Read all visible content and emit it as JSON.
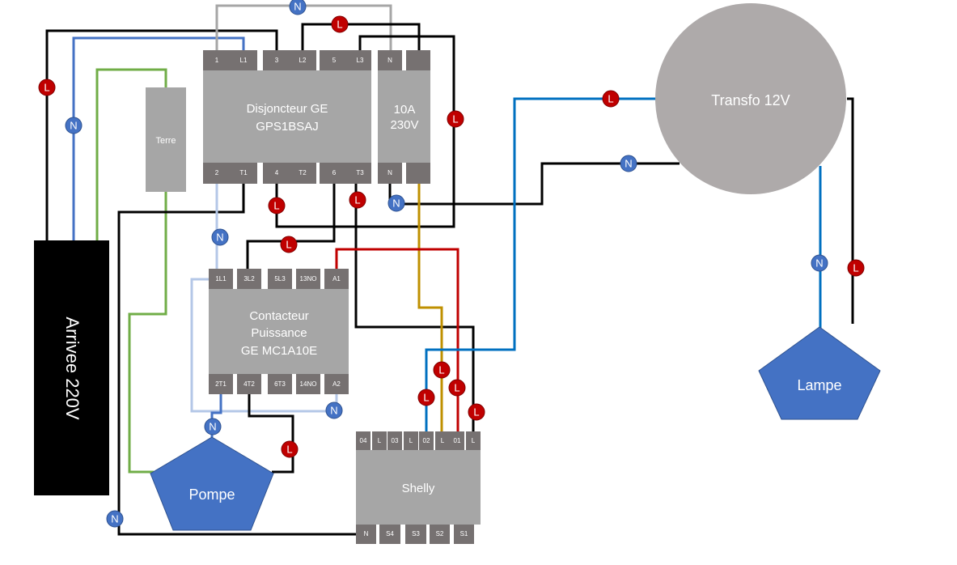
{
  "disjoncteur": {
    "title1": "Disjoncteur GE",
    "title2": "GPS1BSAJ",
    "top": [
      "1",
      "L1",
      "3",
      "L2",
      "5",
      "L3"
    ],
    "bottom": [
      "2",
      "T1",
      "4",
      "T2",
      "6",
      "T3"
    ]
  },
  "module": {
    "title1": "10A",
    "title2": "230V",
    "top": [
      "N",
      ""
    ],
    "bottom": [
      "N",
      ""
    ]
  },
  "terre": "Terre",
  "arrivee": "Arrivee 220V",
  "contacteur": {
    "title1": "Contacteur",
    "title2": "Puissance",
    "title3": "GE MC1A10E",
    "top": [
      "1L1",
      "3L2",
      "5L3",
      "13NO",
      "A1"
    ],
    "bottom": [
      "2T1",
      "4T2",
      "6T3",
      "14NO",
      "A2"
    ]
  },
  "shelly": {
    "title": "Shelly",
    "top": [
      "04",
      "L",
      "03",
      "L",
      "02",
      "L",
      "01",
      "L"
    ],
    "bottom": [
      "N",
      "S4",
      "S3",
      "S2",
      "S1"
    ]
  },
  "transfo": "Transfo 12V",
  "lampe": "Lampe",
  "pompe": "Pompe",
  "markers": {
    "live": "L",
    "neutral": "N"
  },
  "colors": {
    "live": "#c00000",
    "neutral": "#4472c4",
    "wire_black": "#000000",
    "wire_blue": "#0070c0",
    "wire_lightblue": "#b4c7e7",
    "wire_grey": "#a6a6a6",
    "wire_green": "#70ad47",
    "wire_yellow": "#bf9000",
    "wire_red": "#c00000"
  }
}
